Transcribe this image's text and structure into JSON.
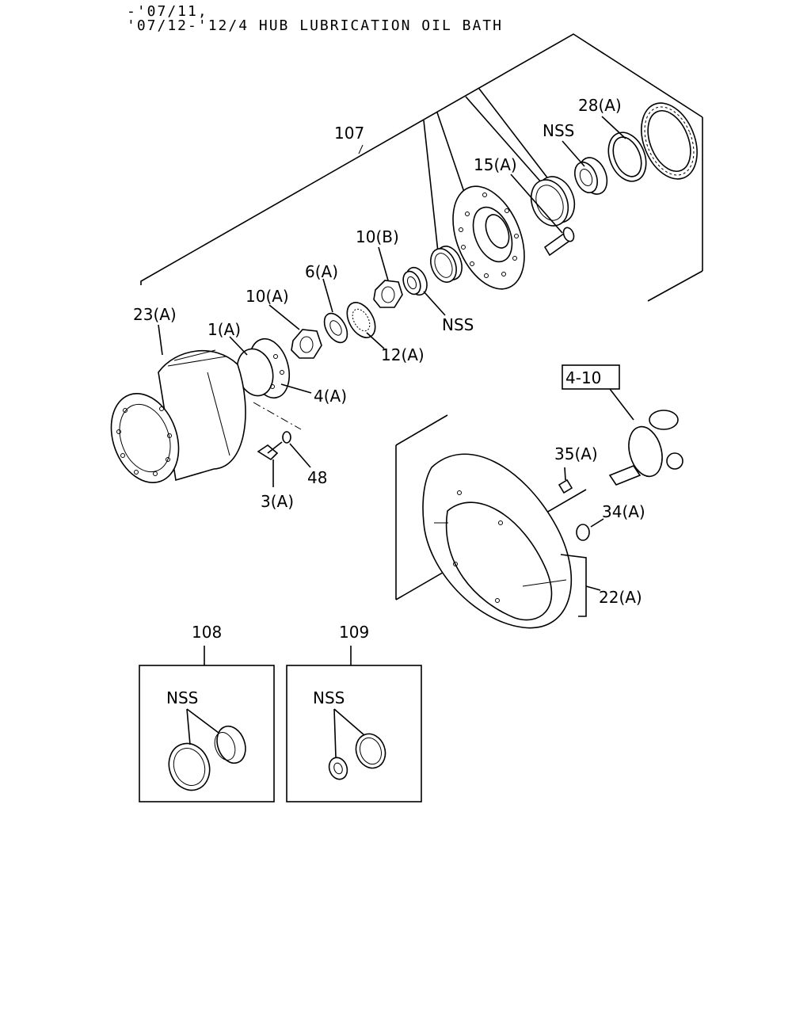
{
  "header": {
    "line1": "-'07/11,",
    "line2": "'07/12-'12/4 HUB LUBRICATION OIL BATH"
  },
  "reference_box": "4-10",
  "part_labels": {
    "p107": "107",
    "p28a": "28(A)",
    "nss_top": "NSS",
    "p15a": "15(A)",
    "p10b": "10(B)",
    "p6a": "6(A)",
    "p10a": "10(A)",
    "p23a": "23(A)",
    "p1a": "1(A)",
    "nss_mid": "NSS",
    "p12a": "12(A)",
    "p4a": "4(A)",
    "p48": "48",
    "p3a": "3(A)",
    "p35a": "35(A)",
    "p34a": "34(A)",
    "p22a": "22(A)",
    "p108": "108",
    "p109": "109",
    "nss_108": "NSS",
    "nss_109": "NSS"
  }
}
